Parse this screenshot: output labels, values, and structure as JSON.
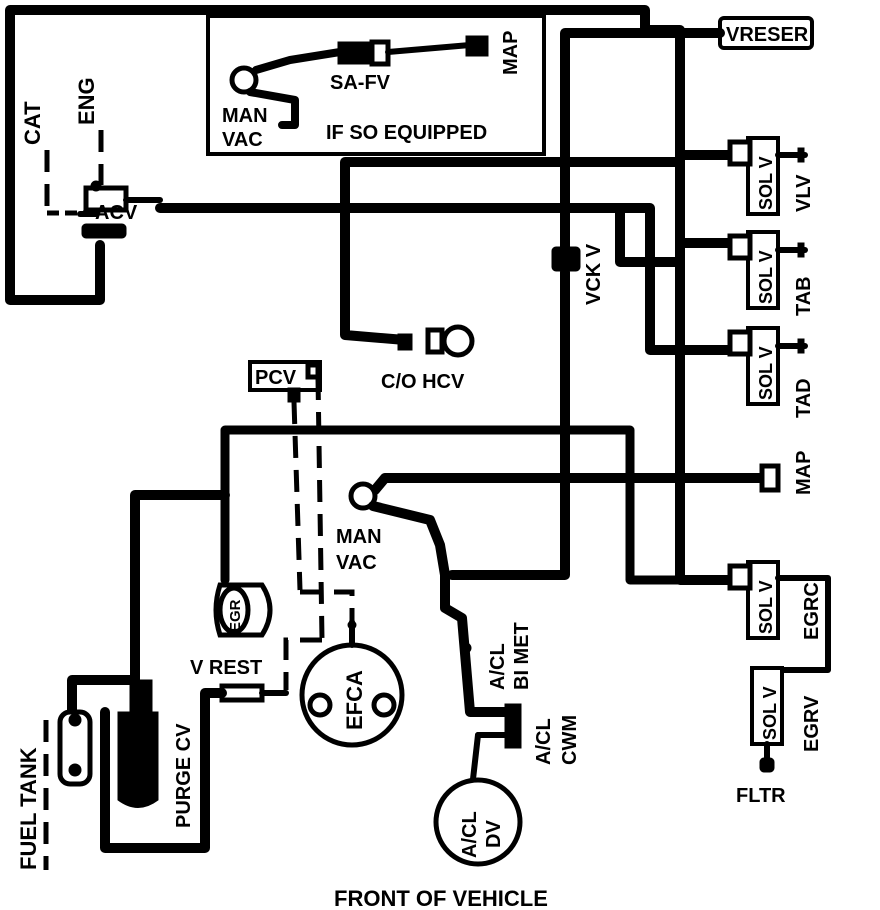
{
  "labels": {
    "cat": "CAT",
    "eng": "ENG",
    "acv": "ACV",
    "man_vac_top_1": "MAN",
    "man_vac_top_2": "VAC",
    "sa_fv": "SA-FV",
    "map_top": "MAP",
    "if_so_equipped": "IF SO EQUIPPED",
    "vreser": "VRESER",
    "sol_v": "SOL V",
    "vlv": "VLV",
    "tab": "TAB",
    "tad": "TAD",
    "vck_v": "VCK V",
    "co_hcv": "C/O HCV",
    "pcv": "PCV",
    "map_right": "MAP",
    "man_vac_mid_1": "MAN",
    "man_vac_mid_2": "VAC",
    "egr": "EGR",
    "efca": "EFCA",
    "v_rest": "V REST",
    "acl_bimet_1": "A/CL",
    "acl_bimet_2": "BI MET",
    "acl_cwm_1": "A/CL",
    "acl_cwm_2": "CWM",
    "acl_dv_1": "A/CL",
    "acl_dv_2": "DV",
    "egrc": "EGRC",
    "egrv": "EGRV",
    "fltr": "FLTR",
    "fuel_tank": "FUEL TANK",
    "purge_cv": "PURGE CV",
    "front_of_vehicle": "FRONT OF VEHICLE"
  },
  "colors": {
    "line": "#000000",
    "background": "#ffffff"
  }
}
